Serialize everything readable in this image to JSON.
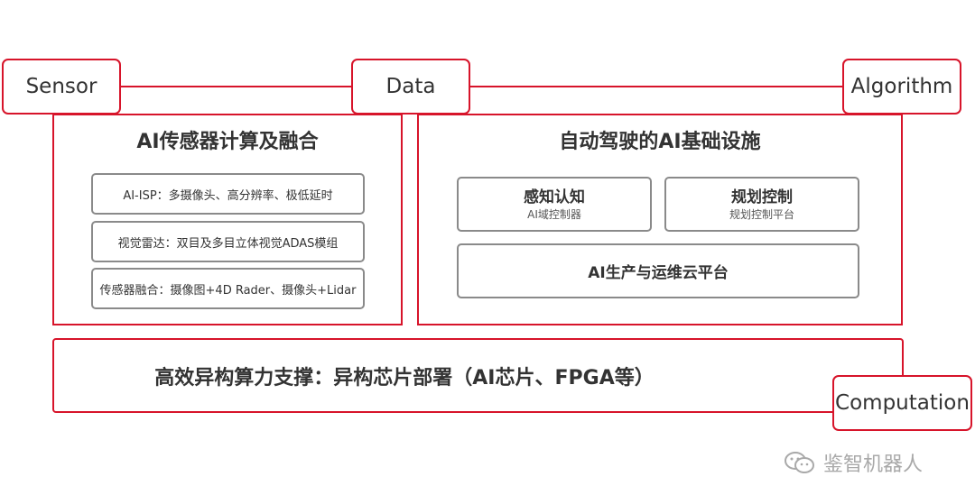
{
  "tags": {
    "sensor": "Sensor",
    "data": "Data",
    "algorithm": "Algorithm",
    "computation": "Computation"
  },
  "left_panel": {
    "title": "AI传感器计算及融合",
    "items": [
      "AI-ISP：多摄像头、高分辨率、极低延时",
      "视觉雷达：双目及多目立体视觉ADAS模组",
      "传感器融合：摄像图+4D Rader、摄像头+Lidar"
    ]
  },
  "right_panel": {
    "title": "自动驾驶的AI基础设施",
    "boxes": [
      {
        "main": "感知认知",
        "sub": "AI域控制器"
      },
      {
        "main": "规划控制",
        "sub": "规划控制平台"
      }
    ],
    "wide_box": "AI生产与运维云平台"
  },
  "bottom_panel": {
    "text": "高效异构算力支撑：异构芯片部署（AI芯片、FPGA等）"
  },
  "watermark": {
    "text": "鉴智机器人",
    "icon": "wechat-icon"
  },
  "colors": {
    "accent": "#d7142a",
    "box_border": "#8a8a8a",
    "text": "#333333",
    "watermark": "#a9a9a9"
  }
}
